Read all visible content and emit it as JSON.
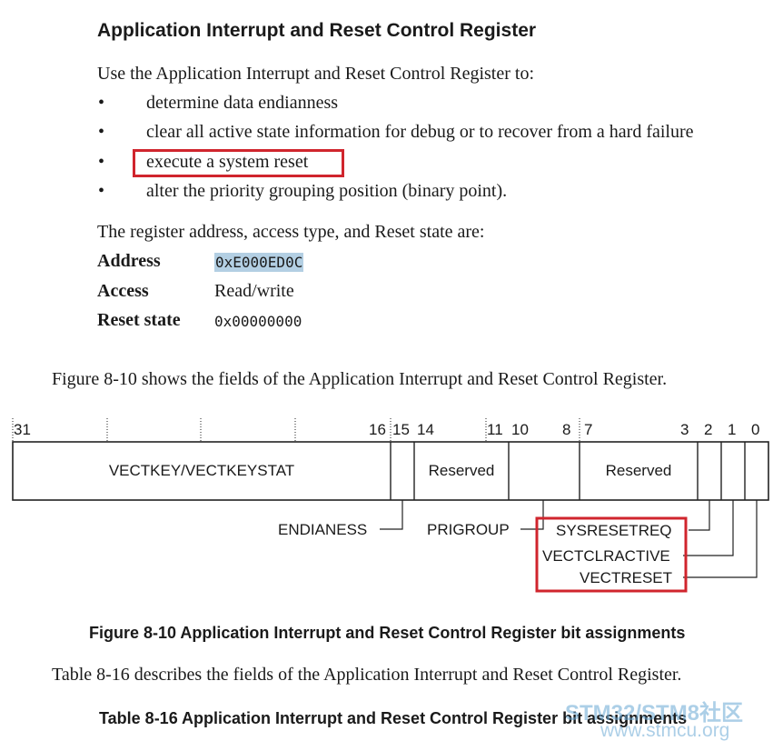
{
  "heading": "Application Interrupt and Reset Control Register",
  "intro": "Use the Application Interrupt and Reset Control Register to:",
  "bullets": [
    "determine data endianness",
    "clear all active state information for debug or to recover from a hard failure",
    "execute a system reset",
    "alter the priority grouping position (binary point)."
  ],
  "bullet_symbol": "•",
  "reg_intro": "The register address, access type, and Reset state are:",
  "props": {
    "address_label": "Address",
    "address_value": "0xE000ED0C",
    "access_label": "Access",
    "access_value": "Read/write",
    "reset_label": "Reset state",
    "reset_value": "0x00000000"
  },
  "figure_intro": "Figure 8-10 shows the fields of the Application Interrupt and Reset Control Register.",
  "bit_numbers": {
    "b31": "31",
    "b16": "16",
    "b15": "15",
    "b14": "14",
    "b11": "11",
    "b10": "10",
    "b8": "8",
    "b7": "7",
    "b3": "3",
    "b2": "2",
    "b1": "1",
    "b0": "0"
  },
  "fields": {
    "vectkey": "VECTKEY/VECTKEYSTAT",
    "reserved_hi": "Reserved",
    "reserved_lo": "Reserved",
    "endianess": "ENDIANESS",
    "prigroup": "PRIGROUP",
    "sysresetreq": "SYSRESETREQ",
    "vectclractive": "VECTCLRACTIVE",
    "vectreset": "VECTRESET"
  },
  "figure_caption": "Figure 8-10 Application Interrupt and Reset Control Register bit assignments",
  "table_intro": "Table 8-16 describes the fields of the Application Interrupt and Reset Control Register.",
  "table_caption": "Table 8-16 Application Interrupt and Reset Control Register bit assignments",
  "watermark": {
    "line1": "STM32/STM8社区",
    "line2": "www.stmcu.org"
  },
  "colors": {
    "highlight_box": "#d0252d",
    "address_highlight": "#b3cfe3",
    "watermark": "#6aa8d4"
  }
}
